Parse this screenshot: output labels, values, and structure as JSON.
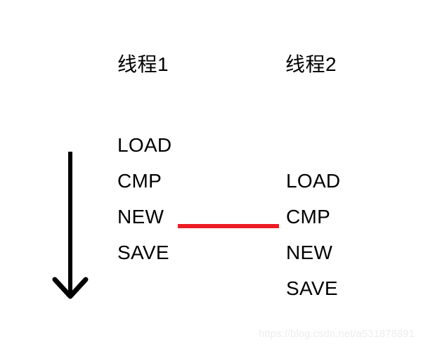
{
  "diagram": {
    "type": "thread-interleaving-timeline",
    "background_color": "#FFFFFF",
    "columns": [
      {
        "id": "thread1",
        "header": "线程1",
        "instructions": [
          "LOAD",
          "CMP",
          "NEW",
          "SAVE"
        ]
      },
      {
        "id": "thread2",
        "header": "线程2",
        "instructions": [
          "LOAD",
          "CMP",
          "NEW",
          "SAVE"
        ]
      }
    ],
    "time_arrow": {
      "label": "down-arrow",
      "direction": "down",
      "color": "#000000"
    },
    "race_line": {
      "label": "race-condition-marker",
      "color": "#ED1C24"
    }
  },
  "watermark": {
    "text": "https://blog.csdn.net/a531878891",
    "color": "#EDEDED"
  }
}
